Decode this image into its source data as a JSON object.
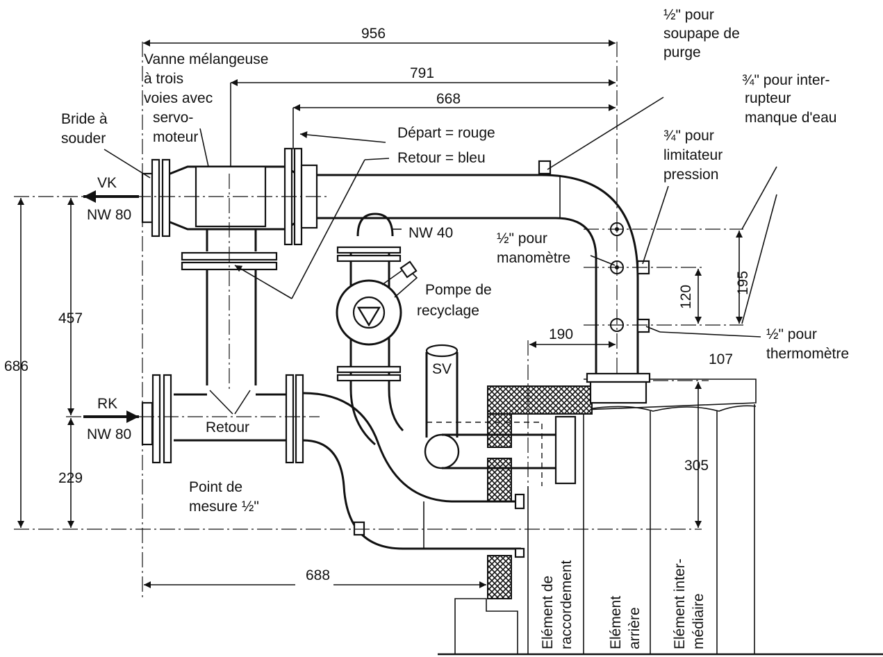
{
  "labels": {
    "vent": "½\" pour soupape de purge",
    "vent_l1": "½\" pour",
    "vent_l2": "soupape de",
    "vent_l3": "purge",
    "mixing_l1": "Vanne mélangeuse",
    "mixing_l2": "à trois",
    "mixing_l3": "voies avec",
    "mixing_l4": "servo-",
    "mixing_l5": "moteur",
    "flange_l1": "Bride à",
    "flange_l2": "souder",
    "supply": "Départ = rouge",
    "return_color": "Retour = bleu",
    "vk": "VK",
    "nw80_top": "NW 80",
    "nw40": "NW 40",
    "rk": "RK",
    "nw80_bottom": "NW 80",
    "retour": "Retour",
    "pump_l1": "Pompe de",
    "pump_l2": "recyclage",
    "gauge_l1": "½\" pour",
    "gauge_l2": "manomètre",
    "water_l1": "¾\" pour inter-",
    "water_l2": "rupteur",
    "water_l3": "manque d'eau",
    "pressure_l1": "¾\" pour",
    "pressure_l2": "limitateur",
    "pressure_l3": "pression",
    "thermo_l1": "½\" pour",
    "thermo_l2": "thermomètre",
    "sv": "SV",
    "measure_l1": "Point de",
    "measure_l2": "mesure ½\"",
    "elem1_l1": "Elément de",
    "elem1_l2": "raccordement",
    "elem2_l1": "Elément",
    "elem2_l2": "arrière",
    "elem3_l1": "Elément inter-",
    "elem3_l2": "médiaire"
  },
  "dimensions": {
    "d956": "956",
    "d791": "791",
    "d668": "668",
    "d190": "190",
    "d107": "107",
    "d457": "457",
    "d686": "686",
    "d229": "229",
    "d305": "305",
    "d688": "688",
    "d120": "120",
    "d195": "195"
  }
}
